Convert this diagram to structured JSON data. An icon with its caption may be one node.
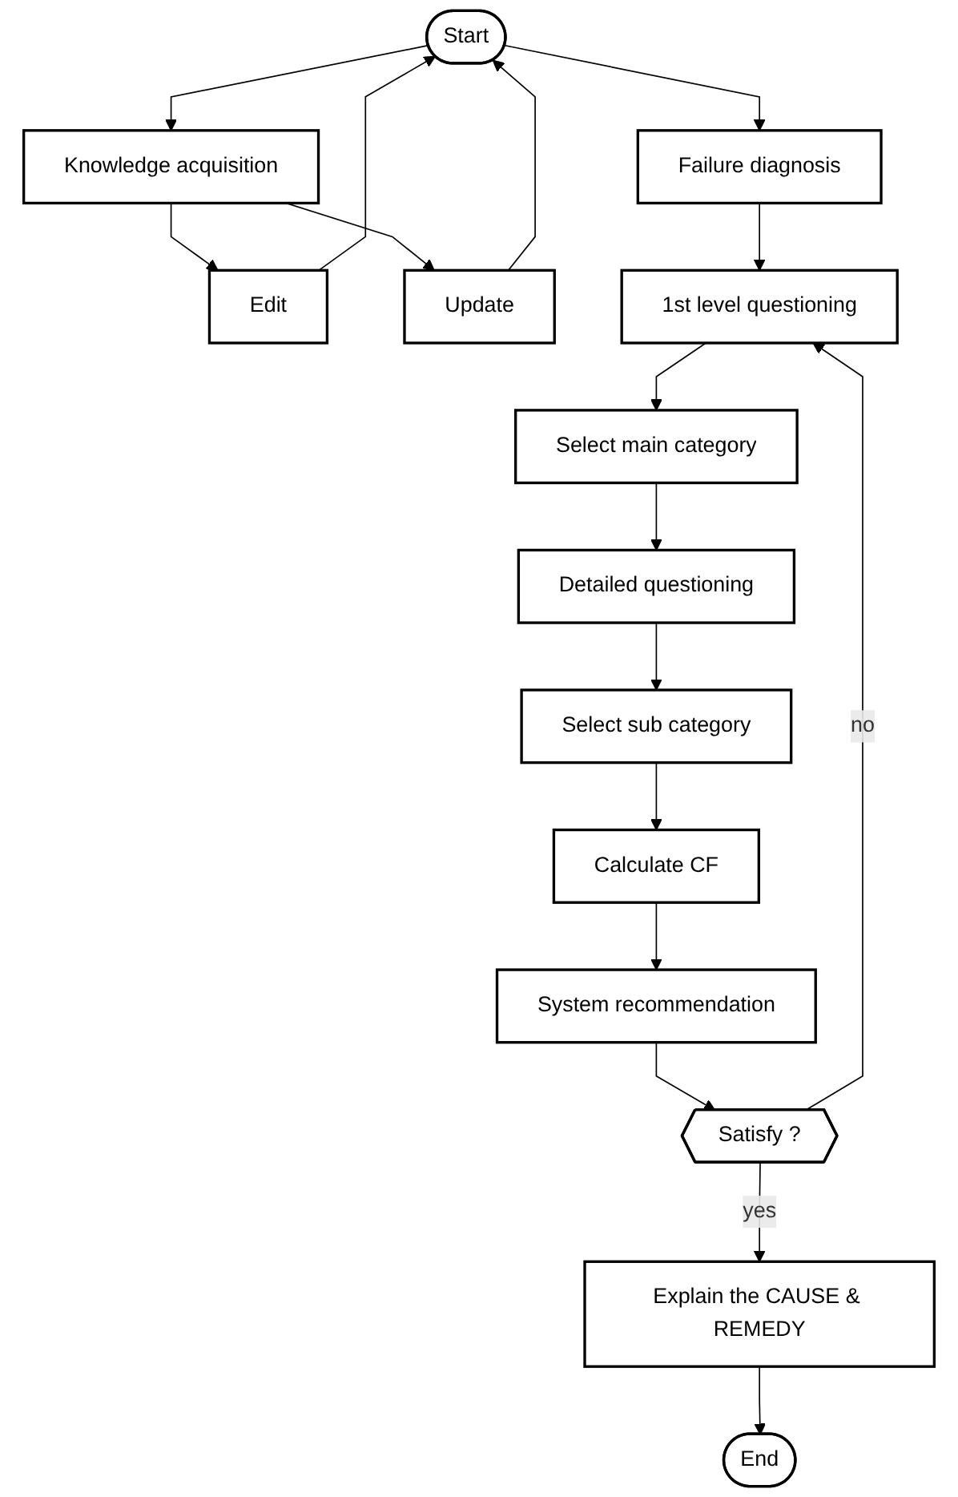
{
  "diagram": {
    "nodes": [
      {
        "text": [
          "Start"
        ]
      },
      {
        "text": [
          "Failure diagnosis"
        ]
      },
      {
        "text": [
          "Knowledge acquisition"
        ]
      },
      {
        "text": [
          "Edit"
        ]
      },
      {
        "text": [
          "Update"
        ]
      },
      {
        "text": [
          "1st level questioning"
        ]
      },
      {
        "text": [
          "Select main category"
        ]
      },
      {
        "text": [
          "Detailed questioning"
        ]
      },
      {
        "text": [
          "Select sub category"
        ]
      },
      {
        "text": [
          "Calculate CF"
        ]
      },
      {
        "text": [
          "System recommendation"
        ]
      },
      {
        "text": [
          "Satisfy ?"
        ]
      },
      {
        "text": [
          "Explain the CAUSE & REMEDY"
        ]
      },
      {
        "text": [
          "End"
        ]
      }
    ],
    "edges": [
      {
        "from": 0,
        "to": 1,
        "arrow": "to"
      },
      {
        "from": 0,
        "to": 2,
        "arrow": "to"
      },
      {
        "from": 2,
        "to": 3,
        "arrow": "to"
      },
      {
        "from": 2,
        "to": 4,
        "arrow": "to"
      },
      {
        "from": 3,
        "to": 0,
        "arrow": "to"
      },
      {
        "from": 4,
        "to": 0,
        "arrow": "to"
      },
      {
        "from": 1,
        "to": 5,
        "arrow": "to"
      },
      {
        "from": 5,
        "to": 6,
        "arrow": "to"
      },
      {
        "from": 6,
        "to": 7,
        "arrow": "to"
      },
      {
        "from": 7,
        "to": 8,
        "arrow": "to"
      },
      {
        "from": 8,
        "to": 9,
        "arrow": "to"
      },
      {
        "from": 9,
        "to": 10,
        "arrow": "to"
      },
      {
        "from": 10,
        "to": 11,
        "arrow": "to"
      },
      {
        "from": 11,
        "to": 5,
        "arrow": "to",
        "label": "no"
      },
      {
        "from": 11,
        "to": 12,
        "arrow": "to",
        "label": "yes"
      },
      {
        "from": 12,
        "to": 13,
        "arrow": "to"
      }
    ]
  }
}
